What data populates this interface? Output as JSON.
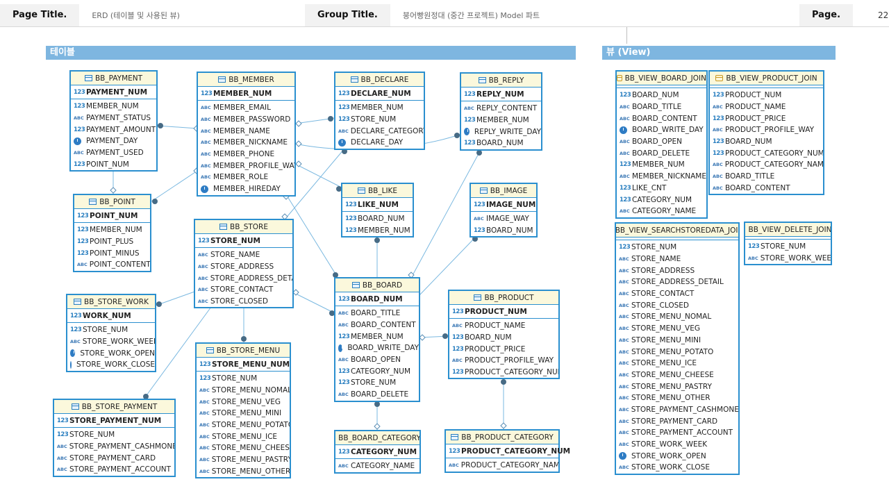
{
  "header": {
    "page_title_label": "Page Title.",
    "page_title_value": "ERD (테이블 및 사용된 뷰)",
    "group_title_label": "Group Title.",
    "group_title_value": "붕어빵원정대 (중간 프로젝트) Model 파트",
    "page_label": "Page.",
    "page_number": "22"
  },
  "sections": {
    "tables": "테이블",
    "views": "뷰 (View)"
  },
  "type_icons": {
    "num": "123",
    "text": "ABC",
    "date": "clock-icon"
  },
  "entities": [
    {
      "id": "BB_PAYMENT",
      "title": "BB_PAYMENT",
      "kind": "table",
      "pk": "PAYMENT_NUM",
      "columns": [
        {
          "name": "MEMBER_NUM",
          "type": "num"
        },
        {
          "name": "PAYMENT_STATUS",
          "type": "text"
        },
        {
          "name": "PAYMENT_AMOUNT",
          "type": "num"
        },
        {
          "name": "PAYMENT_DAY",
          "type": "date"
        },
        {
          "name": "PAYMENT_USED",
          "type": "text"
        },
        {
          "name": "POINT_NUM",
          "type": "num"
        }
      ]
    },
    {
      "id": "BB_MEMBER",
      "title": "BB_MEMBER",
      "kind": "table",
      "pk": "MEMBER_NUM",
      "columns": [
        {
          "name": "MEMBER_EMAIL",
          "type": "text"
        },
        {
          "name": "MEMBER_PASSWORD",
          "type": "text"
        },
        {
          "name": "MEMBER_NAME",
          "type": "text"
        },
        {
          "name": "MEMBER_NICKNAME",
          "type": "text"
        },
        {
          "name": "MEMBER_PHONE",
          "type": "text"
        },
        {
          "name": "MEMBER_PROFILE_WAY",
          "type": "text"
        },
        {
          "name": "MEMBER_ROLE",
          "type": "text"
        },
        {
          "name": "MEMBER_HIREDAY",
          "type": "date"
        }
      ]
    },
    {
      "id": "BB_DECLARE",
      "title": "BB_DECLARE",
      "kind": "table",
      "pk": "DECLARE_NUM",
      "columns": [
        {
          "name": "MEMBER_NUM",
          "type": "num"
        },
        {
          "name": "STORE_NUM",
          "type": "num"
        },
        {
          "name": "DECLARE_CATEGORY",
          "type": "text"
        },
        {
          "name": "DECLARE_DAY",
          "type": "date"
        }
      ]
    },
    {
      "id": "BB_REPLY",
      "title": "BB_REPLY",
      "kind": "table",
      "pk": "REPLY_NUM",
      "columns": [
        {
          "name": "REPLY_CONTENT",
          "type": "text"
        },
        {
          "name": "MEMBER_NUM",
          "type": "num"
        },
        {
          "name": "REPLY_WRITE_DAY",
          "type": "date"
        },
        {
          "name": "BOARD_NUM",
          "type": "num"
        }
      ]
    },
    {
      "id": "BB_POINT",
      "title": "BB_POINT",
      "kind": "table",
      "pk": "POINT_NUM",
      "columns": [
        {
          "name": "MEMBER_NUM",
          "type": "num"
        },
        {
          "name": "POINT_PLUS",
          "type": "num"
        },
        {
          "name": "POINT_MINUS",
          "type": "num"
        },
        {
          "name": "POINT_CONTENT",
          "type": "text"
        }
      ]
    },
    {
      "id": "BB_LIKE",
      "title": "BB_LIKE",
      "kind": "table",
      "pk": "LIKE_NUM",
      "columns": [
        {
          "name": "BOARD_NUM",
          "type": "num"
        },
        {
          "name": "MEMBER_NUM",
          "type": "num"
        }
      ]
    },
    {
      "id": "BB_IMAGE",
      "title": "BB_IMAGE",
      "kind": "table",
      "pk": "IMAGE_NUM",
      "columns": [
        {
          "name": "IMAGE_WAY",
          "type": "text"
        },
        {
          "name": "BOARD_NUM",
          "type": "num"
        }
      ]
    },
    {
      "id": "BB_STORE",
      "title": "BB_STORE",
      "kind": "table",
      "pk": "STORE_NUM",
      "columns": [
        {
          "name": "STORE_NAME",
          "type": "text"
        },
        {
          "name": "STORE_ADDRESS",
          "type": "text"
        },
        {
          "name": "STORE_ADDRESS_DETAIL",
          "type": "text"
        },
        {
          "name": "STORE_CONTACT",
          "type": "text"
        },
        {
          "name": "STORE_CLOSED",
          "type": "text"
        }
      ]
    },
    {
      "id": "BB_STORE_WORK",
      "title": "BB_STORE_WORK",
      "kind": "table",
      "pk": "WORK_NUM",
      "columns": [
        {
          "name": "STORE_NUM",
          "type": "num"
        },
        {
          "name": "STORE_WORK_WEEK",
          "type": "text"
        },
        {
          "name": "STORE_WORK_OPEN",
          "type": "date"
        },
        {
          "name": "STORE_WORK_CLOSE",
          "type": "date"
        }
      ]
    },
    {
      "id": "BB_BOARD",
      "title": "BB_BOARD",
      "kind": "table",
      "pk": "BOARD_NUM",
      "columns": [
        {
          "name": "BOARD_TITLE",
          "type": "text"
        },
        {
          "name": "BOARD_CONTENT",
          "type": "text"
        },
        {
          "name": "MEMBER_NUM",
          "type": "num"
        },
        {
          "name": "BOARD_WRITE_DAY",
          "type": "date"
        },
        {
          "name": "BOARD_OPEN",
          "type": "text"
        },
        {
          "name": "CATEGORY_NUM",
          "type": "num"
        },
        {
          "name": "STORE_NUM",
          "type": "num"
        },
        {
          "name": "BOARD_DELETE",
          "type": "text"
        }
      ]
    },
    {
      "id": "BB_PRODUCT",
      "title": "BB_PRODUCT",
      "kind": "table",
      "pk": "PRODUCT_NUM",
      "columns": [
        {
          "name": "PRODUCT_NAME",
          "type": "text"
        },
        {
          "name": "BOARD_NUM",
          "type": "num"
        },
        {
          "name": "PRODUCT_PRICE",
          "type": "num"
        },
        {
          "name": "PRODUCT_PROFILE_WAY",
          "type": "text"
        },
        {
          "name": "PRODUCT_CATEGORY_NUM",
          "type": "num"
        }
      ]
    },
    {
      "id": "BB_STORE_MENU",
      "title": "BB_STORE_MENU",
      "kind": "table",
      "pk": "STORE_MENU_NUM",
      "columns": [
        {
          "name": "STORE_NUM",
          "type": "num"
        },
        {
          "name": "STORE_MENU_NOMAL",
          "type": "text"
        },
        {
          "name": "STORE_MENU_VEG",
          "type": "text"
        },
        {
          "name": "STORE_MENU_MINI",
          "type": "text"
        },
        {
          "name": "STORE_MENU_POTATO",
          "type": "text"
        },
        {
          "name": "STORE_MENU_ICE",
          "type": "text"
        },
        {
          "name": "STORE_MENU_CHEESE",
          "type": "text"
        },
        {
          "name": "STORE_MENU_PASTRY",
          "type": "text"
        },
        {
          "name": "STORE_MENU_OTHER",
          "type": "text"
        }
      ]
    },
    {
      "id": "BB_STORE_PAYMENT",
      "title": "BB_STORE_PAYMENT",
      "kind": "table",
      "pk": "STORE_PAYMENT_NUM",
      "columns": [
        {
          "name": "STORE_NUM",
          "type": "num"
        },
        {
          "name": "STORE_PAYMENT_CASHMONEY",
          "type": "text"
        },
        {
          "name": "STORE_PAYMENT_CARD",
          "type": "text"
        },
        {
          "name": "STORE_PAYMENT_ACCOUNT",
          "type": "text"
        }
      ]
    },
    {
      "id": "BB_BOARD_CATEGORY",
      "title": "BB_BOARD_CATEGORY",
      "kind": "table",
      "pk": "CATEGORY_NUM",
      "columns": [
        {
          "name": "CATEGORY_NAME",
          "type": "text"
        }
      ]
    },
    {
      "id": "BB_PRODUCT_CATEGORY",
      "title": "BB_PRODUCT_CATEGORY",
      "kind": "table",
      "pk": "PRODUCT_CATEGORY_NUM",
      "columns": [
        {
          "name": "PRODUCT_CATEGORY_NAME",
          "type": "text"
        }
      ]
    },
    {
      "id": "BB_VIEW_BOARD_JOIN",
      "title": "BB_VIEW_BOARD_JOIN",
      "kind": "view",
      "pk": "",
      "columns": [
        {
          "name": "BOARD_NUM",
          "type": "num"
        },
        {
          "name": "BOARD_TITLE",
          "type": "text"
        },
        {
          "name": "BOARD_CONTENT",
          "type": "text"
        },
        {
          "name": "BOARD_WRITE_DAY",
          "type": "date"
        },
        {
          "name": "BOARD_OPEN",
          "type": "text"
        },
        {
          "name": "BOARD_DELETE",
          "type": "text"
        },
        {
          "name": "MEMBER_NUM",
          "type": "num"
        },
        {
          "name": "MEMBER_NICKNAME",
          "type": "text"
        },
        {
          "name": "LIKE_CNT",
          "type": "num"
        },
        {
          "name": "CATEGORY_NUM",
          "type": "num"
        },
        {
          "name": "CATEGORY_NAME",
          "type": "text"
        }
      ]
    },
    {
      "id": "BB_VIEW_PRODUCT_JOIN",
      "title": "BB_VIEW_PRODUCT_JOIN",
      "kind": "view",
      "pk": "",
      "columns": [
        {
          "name": "PRODUCT_NUM",
          "type": "num"
        },
        {
          "name": "PRODUCT_NAME",
          "type": "text"
        },
        {
          "name": "PRODUCT_PRICE",
          "type": "num"
        },
        {
          "name": "PRODUCT_PROFILE_WAY",
          "type": "text"
        },
        {
          "name": "BOARD_NUM",
          "type": "num"
        },
        {
          "name": "PRODUCT_CATEGORY_NUM",
          "type": "num"
        },
        {
          "name": "PRODUCT_CATEGORY_NAME",
          "type": "text"
        },
        {
          "name": "BOARD_TITLE",
          "type": "text"
        },
        {
          "name": "BOARD_CONTENT",
          "type": "text"
        }
      ]
    },
    {
      "id": "BB_VIEW_SEARCHSTOREDATA_JOIN",
      "title": "BB_VIEW_SEARCHSTOREDATA_JOIN",
      "kind": "view",
      "pk": "",
      "columns": [
        {
          "name": "STORE_NUM",
          "type": "num"
        },
        {
          "name": "STORE_NAME",
          "type": "text"
        },
        {
          "name": "STORE_ADDRESS",
          "type": "text"
        },
        {
          "name": "STORE_ADDRESS_DETAIL",
          "type": "text"
        },
        {
          "name": "STORE_CONTACT",
          "type": "text"
        },
        {
          "name": "STORE_CLOSED",
          "type": "text"
        },
        {
          "name": "STORE_MENU_NOMAL",
          "type": "text"
        },
        {
          "name": "STORE_MENU_VEG",
          "type": "text"
        },
        {
          "name": "STORE_MENU_MINI",
          "type": "text"
        },
        {
          "name": "STORE_MENU_POTATO",
          "type": "text"
        },
        {
          "name": "STORE_MENU_ICE",
          "type": "text"
        },
        {
          "name": "STORE_MENU_CHEESE",
          "type": "text"
        },
        {
          "name": "STORE_MENU_PASTRY",
          "type": "text"
        },
        {
          "name": "STORE_MENU_OTHER",
          "type": "text"
        },
        {
          "name": "STORE_PAYMENT_CASHMONEY",
          "type": "text"
        },
        {
          "name": "STORE_PAYMENT_CARD",
          "type": "text"
        },
        {
          "name": "STORE_PAYMENT_ACCOUNT",
          "type": "text"
        },
        {
          "name": "STORE_WORK_WEEK",
          "type": "text"
        },
        {
          "name": "STORE_WORK_OPEN",
          "type": "date"
        },
        {
          "name": "STORE_WORK_CLOSE",
          "type": "text"
        }
      ]
    },
    {
      "id": "BB_VIEW_DELETE_JOIN",
      "title": "BB_VIEW_DELETE_JOIN",
      "kind": "view",
      "pk": "",
      "columns": [
        {
          "name": "STORE_NUM",
          "type": "num"
        },
        {
          "name": "STORE_WORK_WEEK",
          "type": "text"
        }
      ]
    }
  ],
  "relationships": [
    {
      "from": "BB_MEMBER",
      "to": "BB_PAYMENT"
    },
    {
      "from": "BB_MEMBER",
      "to": "BB_POINT"
    },
    {
      "from": "BB_PAYMENT",
      "to": "BB_POINT"
    },
    {
      "from": "BB_MEMBER",
      "to": "BB_DECLARE"
    },
    {
      "from": "BB_STORE",
      "to": "BB_DECLARE"
    },
    {
      "from": "BB_MEMBER",
      "to": "BB_REPLY"
    },
    {
      "from": "BB_BOARD",
      "to": "BB_REPLY"
    },
    {
      "from": "BB_MEMBER",
      "to": "BB_LIKE"
    },
    {
      "from": "BB_BOARD",
      "to": "BB_LIKE"
    },
    {
      "from": "BB_BOARD",
      "to": "BB_IMAGE"
    },
    {
      "from": "BB_MEMBER",
      "to": "BB_BOARD"
    },
    {
      "from": "BB_STORE",
      "to": "BB_BOARD"
    },
    {
      "from": "BB_STORE",
      "to": "BB_STORE_WORK"
    },
    {
      "from": "BB_STORE",
      "to": "BB_STORE_MENU"
    },
    {
      "from": "BB_STORE",
      "to": "BB_STORE_PAYMENT"
    },
    {
      "from": "BB_BOARD",
      "to": "BB_PRODUCT"
    },
    {
      "from": "BB_BOARD_CATEGORY",
      "to": "BB_BOARD"
    },
    {
      "from": "BB_PRODUCT_CATEGORY",
      "to": "BB_PRODUCT"
    }
  ]
}
